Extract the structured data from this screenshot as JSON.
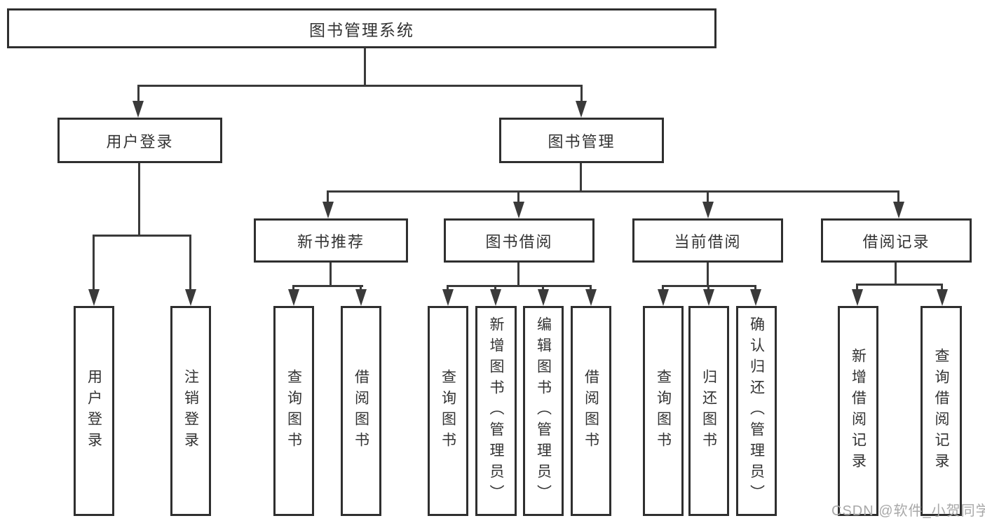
{
  "diagram": {
    "title_node": {
      "label": "图书管理系统"
    },
    "level2": [
      {
        "label": "用户登录"
      },
      {
        "label": "图书管理"
      }
    ],
    "level3": [
      {
        "label": "新书推荐"
      },
      {
        "label": "图书借阅"
      },
      {
        "label": "当前借阅"
      },
      {
        "label": "借阅记录"
      }
    ],
    "leaves": [
      {
        "label": "用户登录",
        "parent": "用户登录"
      },
      {
        "label": "注销登录",
        "parent": "用户登录"
      },
      {
        "label": "查询图书",
        "parent": "新书推荐"
      },
      {
        "label": "借阅图书",
        "parent": "新书推荐"
      },
      {
        "label": "查询图书",
        "parent": "图书借阅"
      },
      {
        "label": "新增图书（管理员）",
        "parent": "图书借阅"
      },
      {
        "label": "编辑图书（管理员）",
        "parent": "图书借阅"
      },
      {
        "label": "借阅图书",
        "parent": "图书借阅"
      },
      {
        "label": "查询图书",
        "parent": "当前借阅"
      },
      {
        "label": "归还图书",
        "parent": "当前借阅"
      },
      {
        "label": "确认归还（管理员）",
        "parent": "当前借阅"
      },
      {
        "label": "新增借阅记录",
        "parent": "借阅记录"
      },
      {
        "label": "查询借阅记录",
        "parent": "借阅记录"
      }
    ],
    "watermark": "CSDN @软件_小贺同学",
    "colors": {
      "border": "#2f2f2f",
      "line": "#3a3a3a",
      "text": "#333333",
      "watermark": "#a8a8a8",
      "background": "#ffffff"
    }
  }
}
